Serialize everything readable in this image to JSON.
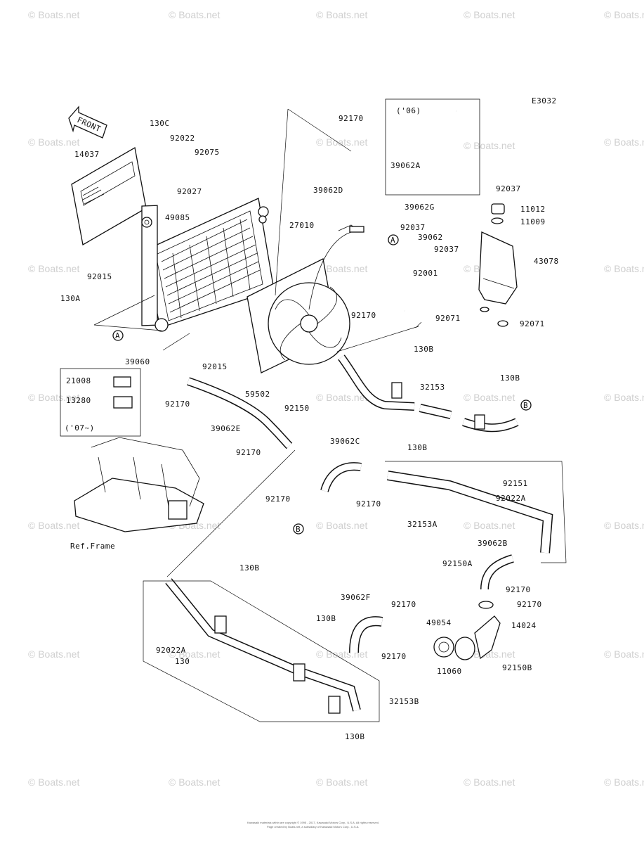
{
  "diagram_code": "E3032",
  "front_arrow_label": "FRONT",
  "ref_frame_label": "Ref.Frame",
  "inset_06_label": "('06)",
  "inset_07_label": "('07~)",
  "watermark_text": "© Boats.net",
  "footer_line1": "Kawasaki materials within are copyright © 1995 - 2017, Kawasaki Motors Corp., U.S.A. All rights reserved.",
  "footer_line2": "Page created by Boats.net, a subsidiary of Kawasaki Motors Corp., U.S.A.",
  "callouts": [
    {
      "name": "part-130C",
      "text": "130C"
    },
    {
      "name": "part-92022",
      "text": "92022"
    },
    {
      "name": "part-92075",
      "text": "92075"
    },
    {
      "name": "part-14037",
      "text": "14037"
    },
    {
      "name": "part-92027",
      "text": "92027"
    },
    {
      "name": "part-49085",
      "text": "49085"
    },
    {
      "name": "part-92015-a",
      "text": "92015"
    },
    {
      "name": "part-130A",
      "text": "130A"
    },
    {
      "name": "part-39060",
      "text": "39060"
    },
    {
      "name": "part-27010",
      "text": "27010"
    },
    {
      "name": "part-92170-a",
      "text": "92170"
    },
    {
      "name": "part-39062D",
      "text": "39062D"
    },
    {
      "name": "part-39062A",
      "text": "39062A"
    },
    {
      "name": "part-92037-a",
      "text": "92037"
    },
    {
      "name": "part-39062G",
      "text": "39062G"
    },
    {
      "name": "part-11012",
      "text": "11012"
    },
    {
      "name": "part-11009",
      "text": "11009"
    },
    {
      "name": "part-92037-b",
      "text": "92037"
    },
    {
      "name": "part-39062",
      "text": "39062"
    },
    {
      "name": "part-92037-c",
      "text": "92037"
    },
    {
      "name": "part-43078",
      "text": "43078"
    },
    {
      "name": "part-92001",
      "text": "92001"
    },
    {
      "name": "part-92071-a",
      "text": "92071"
    },
    {
      "name": "part-92071-b",
      "text": "92071"
    },
    {
      "name": "part-92170-b",
      "text": "92170"
    },
    {
      "name": "part-130B-a",
      "text": "130B"
    },
    {
      "name": "part-130B-b",
      "text": "130B"
    },
    {
      "name": "part-32153",
      "text": "32153"
    },
    {
      "name": "part-92015-b",
      "text": "92015"
    },
    {
      "name": "part-59502",
      "text": "59502"
    },
    {
      "name": "part-92150",
      "text": "92150"
    },
    {
      "name": "part-21008",
      "text": "21008"
    },
    {
      "name": "part-13280",
      "text": "13280"
    },
    {
      "name": "part-92170-c",
      "text": "92170"
    },
    {
      "name": "part-39062E",
      "text": "39062E"
    },
    {
      "name": "part-92170-d",
      "text": "92170"
    },
    {
      "name": "part-39062C",
      "text": "39062C"
    },
    {
      "name": "part-130B-c",
      "text": "130B"
    },
    {
      "name": "part-92151",
      "text": "92151"
    },
    {
      "name": "part-92022A-a",
      "text": "92022A"
    },
    {
      "name": "part-92170-e",
      "text": "92170"
    },
    {
      "name": "part-92170-f",
      "text": "92170"
    },
    {
      "name": "part-32153A",
      "text": "32153A"
    },
    {
      "name": "part-39062B",
      "text": "39062B"
    },
    {
      "name": "part-92150A",
      "text": "92150A"
    },
    {
      "name": "part-92170-g",
      "text": "92170"
    },
    {
      "name": "part-92170-h",
      "text": "92170"
    },
    {
      "name": "part-130B-d",
      "text": "130B"
    },
    {
      "name": "part-39062F",
      "text": "39062F"
    },
    {
      "name": "part-92170-i",
      "text": "92170"
    },
    {
      "name": "part-130B-e",
      "text": "130B"
    },
    {
      "name": "part-49054",
      "text": "49054"
    },
    {
      "name": "part-14024",
      "text": "14024"
    },
    {
      "name": "part-92022A-b",
      "text": "92022A"
    },
    {
      "name": "part-130",
      "text": "130"
    },
    {
      "name": "part-92170-j",
      "text": "92170"
    },
    {
      "name": "part-11060",
      "text": "11060"
    },
    {
      "name": "part-92150B",
      "text": "92150B"
    },
    {
      "name": "part-32153B",
      "text": "32153B"
    },
    {
      "name": "part-130B-f",
      "text": "130B"
    }
  ],
  "connector_markers": [
    {
      "name": "marker-A-1",
      "text": "A"
    },
    {
      "name": "marker-A-2",
      "text": "A"
    },
    {
      "name": "marker-B-1",
      "text": "B"
    },
    {
      "name": "marker-B-2",
      "text": "B"
    }
  ]
}
